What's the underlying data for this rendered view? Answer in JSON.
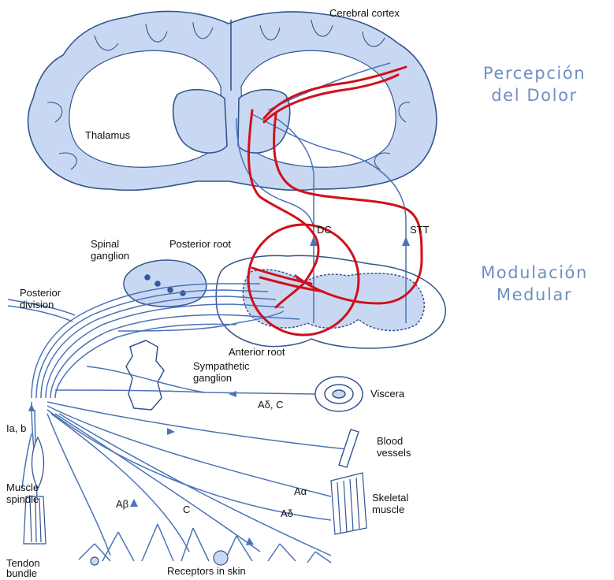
{
  "labels": {
    "cerebral_cortex": "Cerebral cortex",
    "thalamus": "Thalamus",
    "dc": "DC",
    "stt": "STT",
    "spinal_ganglion_1": "Spinal",
    "spinal_ganglion_2": "ganglion",
    "posterior_root": "Posterior root",
    "posterior_division_1": "Posterior",
    "posterior_division_2": "division",
    "anterior_root": "Anterior root",
    "sympathetic_ganglion_1": "Sympathetic",
    "sympathetic_ganglion_2": "ganglion",
    "viscera": "Viscera",
    "adelta_c": "Aδ, C",
    "ia_b": "Ia, b",
    "blood_vessels_1": "Blood",
    "blood_vessels_2": "vessels",
    "muscle_spindle_1": "Muscle",
    "muscle_spindle_2": "spindle",
    "aalpha": "Aα",
    "skeletal_muscle_1": "Skeletal",
    "skeletal_muscle_2": "muscle",
    "abeta": "Aβ",
    "c": "C",
    "adelta": "Aδ",
    "tendon_bundle_1": "Tendon",
    "tendon_bundle_2": "bundle",
    "receptors_in_skin": "Receptors in skin"
  },
  "side_titles": {
    "percepcion_1": "Percepción",
    "percepcion_2": "del Dolor",
    "modulacion_1": "Modulación",
    "modulacion_2": "Medular"
  },
  "colors": {
    "tissue_fill": "#c9d8f2",
    "nerve_line": "#4a73b8",
    "highlight": "#d0101a",
    "title_text": "#6f8fc4"
  }
}
